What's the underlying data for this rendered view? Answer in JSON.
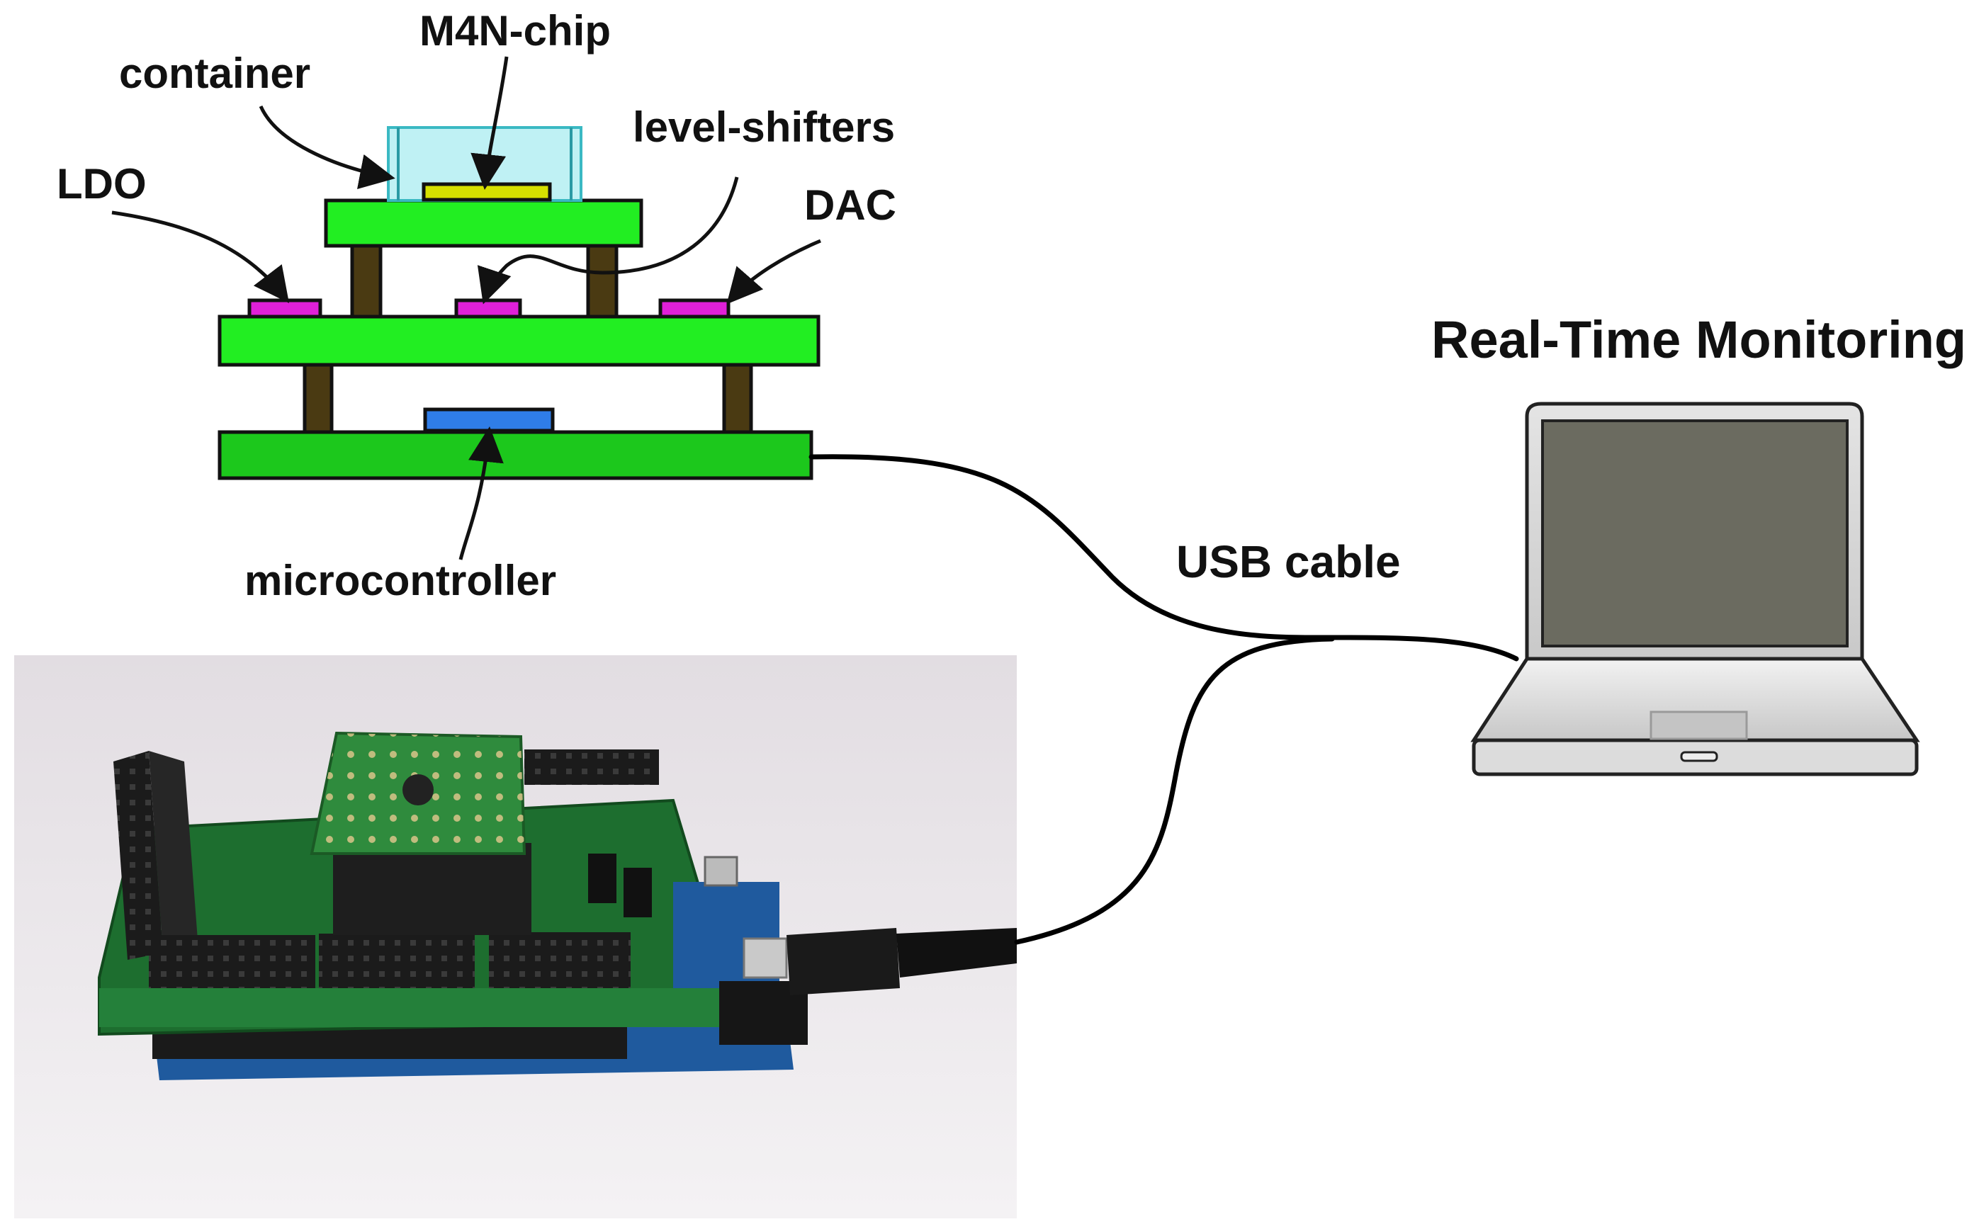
{
  "labels": {
    "container": "container",
    "chip": "M4N-chip",
    "level_shifters": "level-shifters",
    "ldo": "LDO",
    "dac": "DAC",
    "microcontroller": "microcontroller",
    "usb_cable": "USB cable",
    "monitoring": "Real-Time Monitoring"
  },
  "colors": {
    "board_light": "#22ee22",
    "board_mid": "#1cc81c",
    "board_dark": "#1a9a2a",
    "standoff": "#4a3a12",
    "component": "#e020d8",
    "chip": "#d6e000",
    "container": "#bff1f4",
    "container_edge": "#3ab9c3",
    "microcontroller": "#2f7de8",
    "laptop_screen": "#6b6b60",
    "laptop_body": "#d8d8d8",
    "cable": "#000000"
  },
  "photo": {
    "pcb_color": "#1d6e2f",
    "adapter_color": "#2f8b3d",
    "background": "#ece9ec"
  }
}
